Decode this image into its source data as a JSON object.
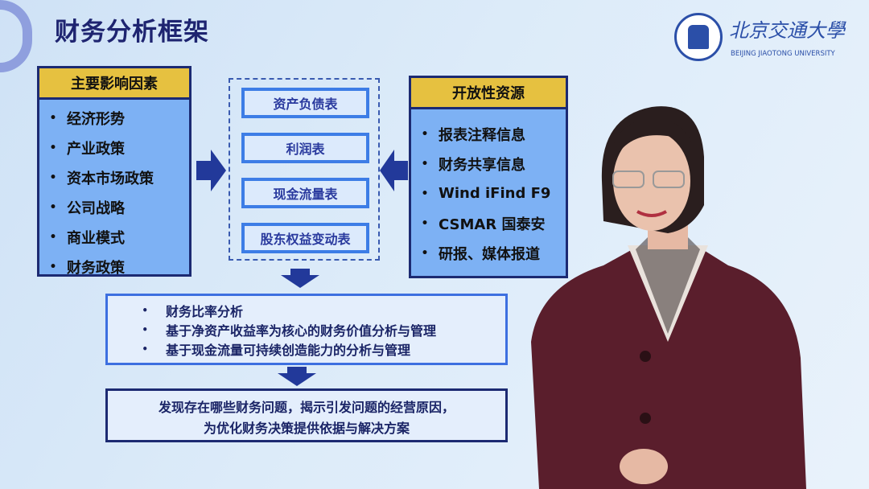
{
  "title": "财务分析框架",
  "logo": {
    "cn": "北京交通大學",
    "en": "BEIJING JIAOTONG UNIVERSITY"
  },
  "factors": {
    "header": "主要影响因素",
    "items": [
      "经济形势",
      "产业政策",
      "资本市场政策",
      "公司战略",
      "商业模式",
      "财务政策"
    ]
  },
  "statements": [
    "资产负债表",
    "利润表",
    "现金流量表",
    "股东权益变动表"
  ],
  "sources": {
    "header": "开放性资源",
    "items": [
      "报表注释信息",
      "财务共享信息",
      "Wind iFind F9",
      "CSMAR 国泰安",
      "研报、媒体报道"
    ]
  },
  "analysis": [
    "财务比率分析",
    "基于净资产收益率为核心的财务价值分析与管理",
    "基于现金流量可持续创造能力的分析与管理"
  ],
  "conclusion": [
    "发现存在哪些财务问题，揭示引发问题的经营原因，",
    "为优化财务决策提供依据与解决方案"
  ],
  "colors": {
    "navy": "#1c2a72",
    "yellow": "#e6c140",
    "blue": "#7db1f4",
    "jacket": "#5a1e2c"
  }
}
